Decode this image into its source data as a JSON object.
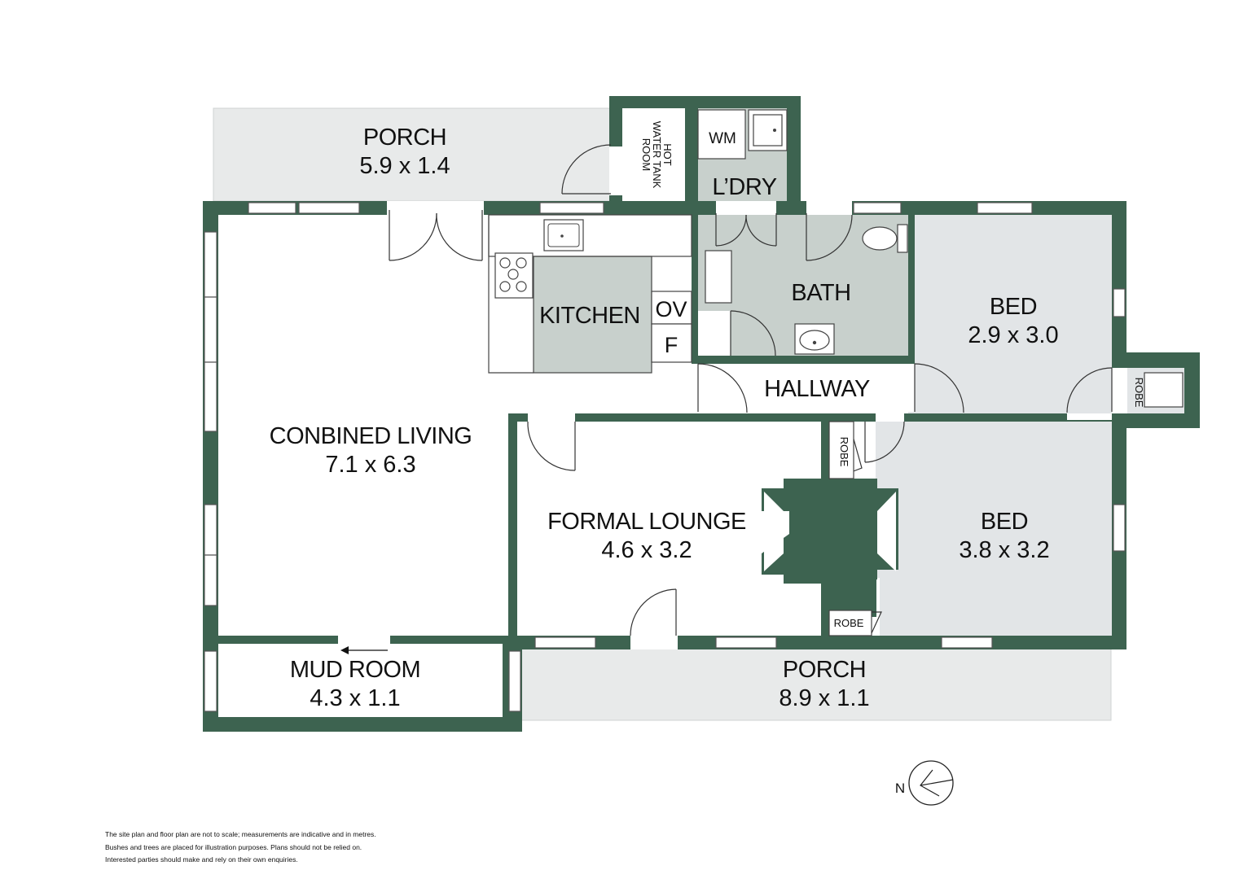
{
  "colors": {
    "wall": "#3d6350",
    "porch_fill": "#e8eaea",
    "bedroom_fill": "#e2e5e7",
    "wet_area_fill": "#c8d0cc",
    "background": "#ffffff"
  },
  "rooms": {
    "porch_rear": {
      "name": "PORCH",
      "dims": "5.9 x 1.4"
    },
    "hot_water": {
      "line1": "HOT",
      "line2": "WATER TANK",
      "line3": "ROOM"
    },
    "laundry": {
      "name": "L’DRY",
      "wm": "WM"
    },
    "kitchen": {
      "name": "KITCHEN",
      "oven": "OV",
      "fridge": "F"
    },
    "bath": {
      "name": "BATH"
    },
    "bed_1": {
      "name": "BED",
      "dims": "2.9 x 3.0"
    },
    "robe_1": {
      "name": "ROBE"
    },
    "hallway": {
      "name": "HALLWAY"
    },
    "living": {
      "name": "CONBINED LIVING",
      "dims": "7.1 x 6.3"
    },
    "lounge": {
      "name": "FORMAL LOUNGE",
      "dims": "4.6 x 3.2"
    },
    "robe_2": {
      "name": "ROBE"
    },
    "robe_3": {
      "name": "ROBE"
    },
    "bed_2": {
      "name": "BED",
      "dims": "3.8 x 3.2"
    },
    "mud_room": {
      "name": "MUD ROOM",
      "dims": "4.3 x 1.1"
    },
    "porch_front": {
      "name": "PORCH",
      "dims": "8.9 x 1.1"
    }
  },
  "compass": {
    "label": "N",
    "icon": "north-arrow-icon"
  },
  "disclaimer": {
    "line1": "The site plan and floor plan are not to scale; measurements are indicative and in metres.",
    "line2": "Bushes and trees are placed for illustration purposes. Plans should not be relied on.",
    "line3": "Interested parties should make and rely on their own enquiries."
  }
}
